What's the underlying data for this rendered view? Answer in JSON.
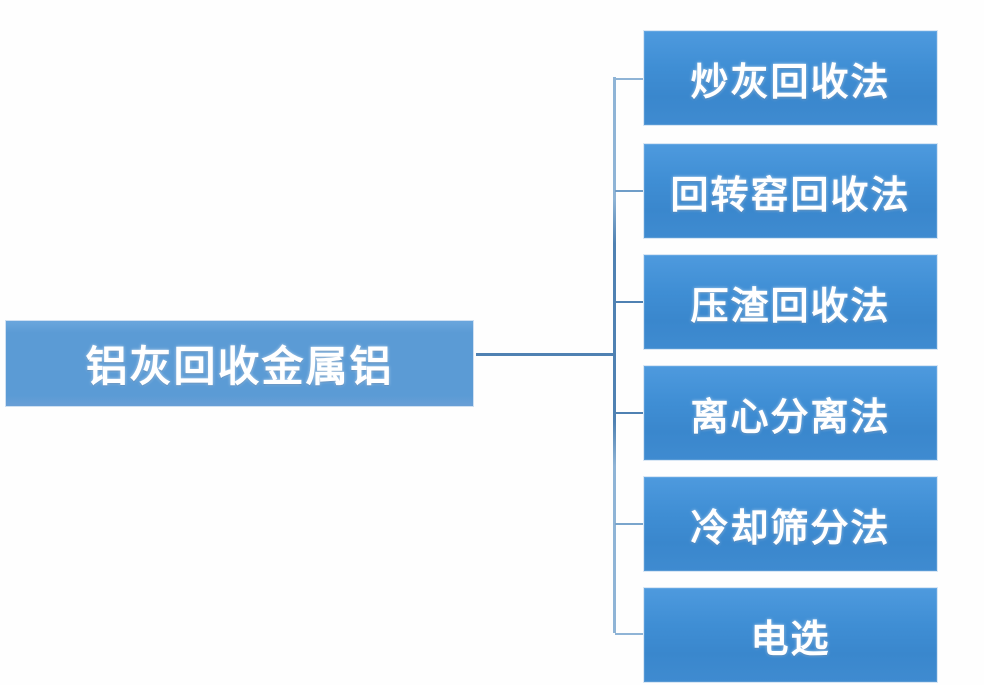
{
  "diagram": {
    "type": "mind-map",
    "orientation": "left-to-right",
    "root": {
      "label": "铝灰回收金属铝",
      "color": "#5b9bd5",
      "text_color": "#ffffff"
    },
    "connector": {
      "color": "#4f81b2",
      "style": "orthogonal-trunk"
    },
    "children": [
      {
        "label": "炒灰回收法",
        "color": "#3f8ed4",
        "text_color": "#ffffff"
      },
      {
        "label": "回转窑回收法",
        "color": "#3f8ed4",
        "text_color": "#ffffff"
      },
      {
        "label": "压渣回收法",
        "color": "#3f8ed4",
        "text_color": "#ffffff"
      },
      {
        "label": "离心分离法",
        "color": "#3f8ed4",
        "text_color": "#ffffff"
      },
      {
        "label": "冷却筛分法",
        "color": "#3f8ed4",
        "text_color": "#ffffff"
      },
      {
        "label": "电选",
        "color": "#3f8ed4",
        "text_color": "#ffffff"
      }
    ]
  }
}
